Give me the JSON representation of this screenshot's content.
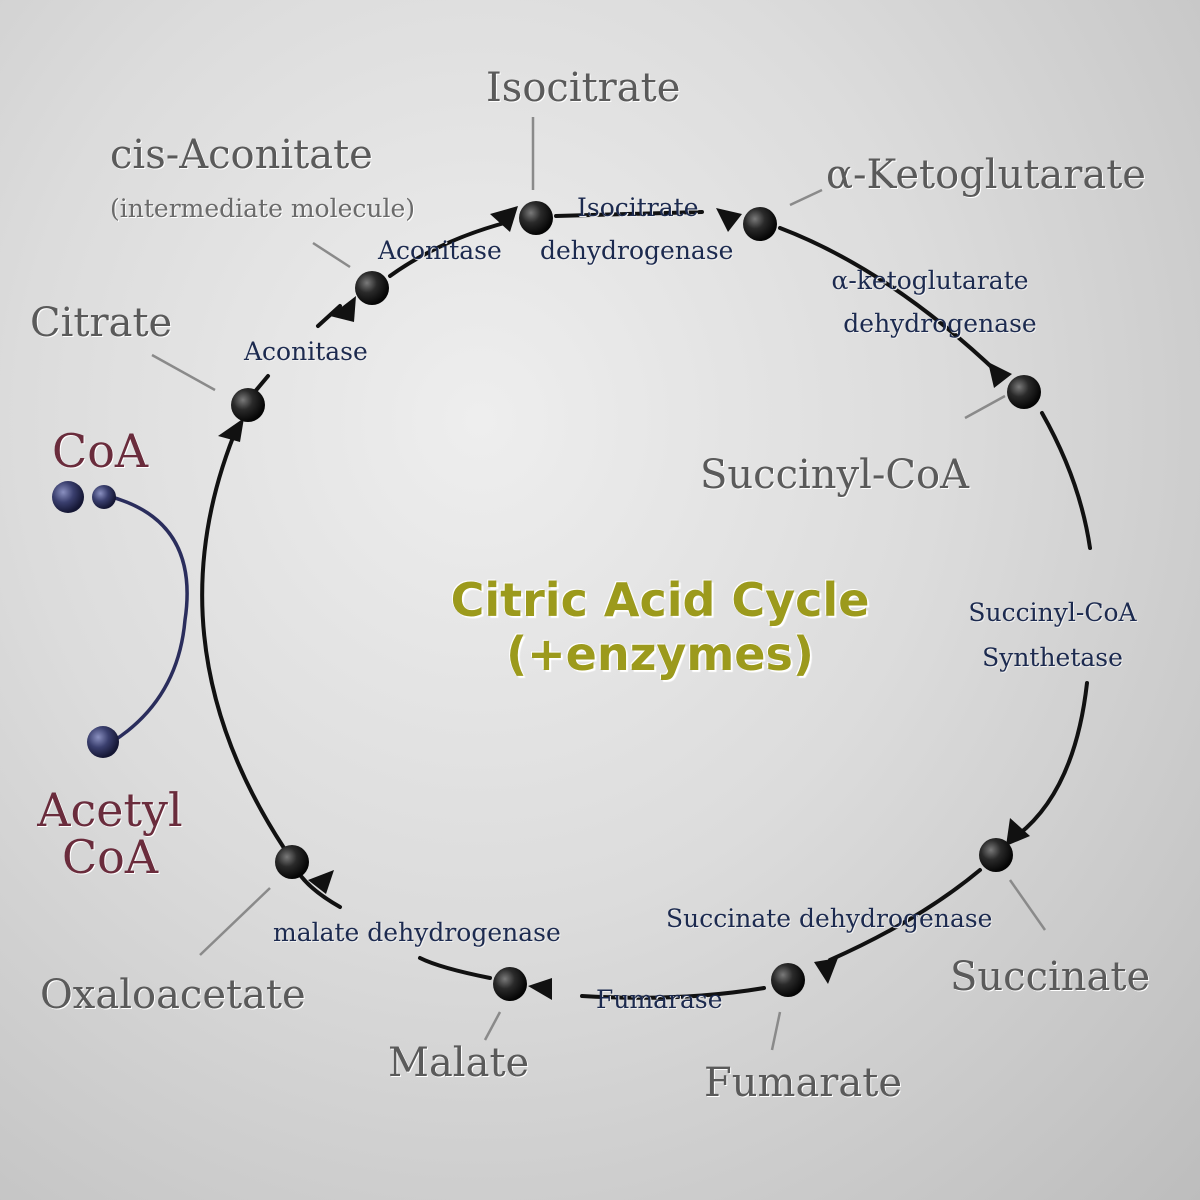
{
  "title": {
    "line1": "Citric Acid Cycle",
    "line2": "(+enzymes)"
  },
  "molecules": {
    "isocitrate": "Isocitrate",
    "cis_aconitate": "cis-Aconitate",
    "cis_aconitate_note": "(intermediate molecule)",
    "alpha_ketoglutarate": "α-Ketoglutarate",
    "citrate": "Citrate",
    "succinyl_coa": "Succinyl-CoA",
    "succinate": "Succinate",
    "fumarate": "Fumarate",
    "malate": "Malate",
    "oxaloacetate": "Oxaloacetate"
  },
  "enzymes": {
    "aconitase_1": "Aconitase",
    "aconitase_2": "Aconitase",
    "isocitrate_dh_1": "Isocitrate",
    "isocitrate_dh_2": "dehydrogenase",
    "akg_dh_1": "α-ketoglutarate",
    "akg_dh_2": "dehydrogenase",
    "succinyl_coa_synthetase_1": "Succinyl-CoA",
    "succinyl_coa_synthetase_2": "Synthetase",
    "succinate_dh": "Succinate dehydrogenase",
    "fumarase": "Fumarase",
    "malate_dh": "malate dehydrogenase"
  },
  "inputs": {
    "coa": "CoA",
    "acetyl_coa_1": "Acetyl",
    "acetyl_coa_2": "CoA"
  },
  "colors": {
    "cycle_line": "#111111",
    "node": "#1a1a1a",
    "coa_link": "#2a2d5c",
    "coa_node": "#3a3f6e",
    "title": "#9c9a1c",
    "enzyme_text": "#1c2a4f",
    "molecule_text": "#5a5a5a",
    "input_text": "#6a2c3c"
  }
}
